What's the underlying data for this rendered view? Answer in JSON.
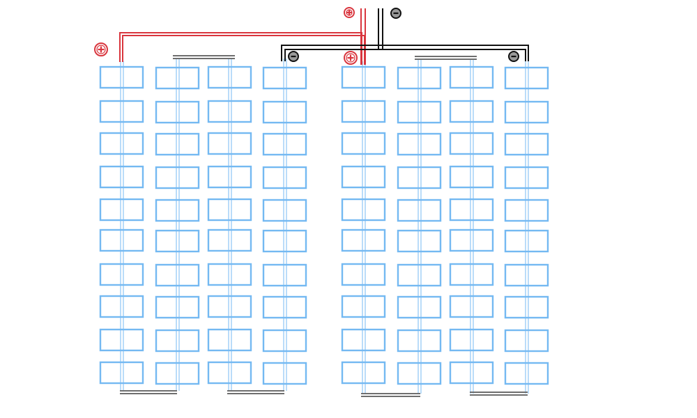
{
  "diagram": {
    "type": "solar-array-wiring",
    "groups": 2,
    "strings_per_group": 4,
    "panels_per_string": 10,
    "terminals": [
      {
        "polarity": "positive",
        "icon": "plus-circle-icon"
      },
      {
        "polarity": "positive",
        "icon": "plus-circle-icon"
      },
      {
        "polarity": "positive",
        "icon": "plus-circle-icon"
      },
      {
        "polarity": "negative",
        "icon": "minus-circle-icon"
      },
      {
        "polarity": "negative",
        "icon": "minus-circle-icon"
      },
      {
        "polarity": "negative",
        "icon": "minus-circle-icon"
      }
    ],
    "colors": {
      "panel": "#74b9f2",
      "string_wire": "#8cc4f5",
      "positive_wire": "#d9363e",
      "negative_wire": "#111111",
      "jumper": "#6e6e6e",
      "negative_terminal_fill": "#9a9a9a"
    }
  }
}
